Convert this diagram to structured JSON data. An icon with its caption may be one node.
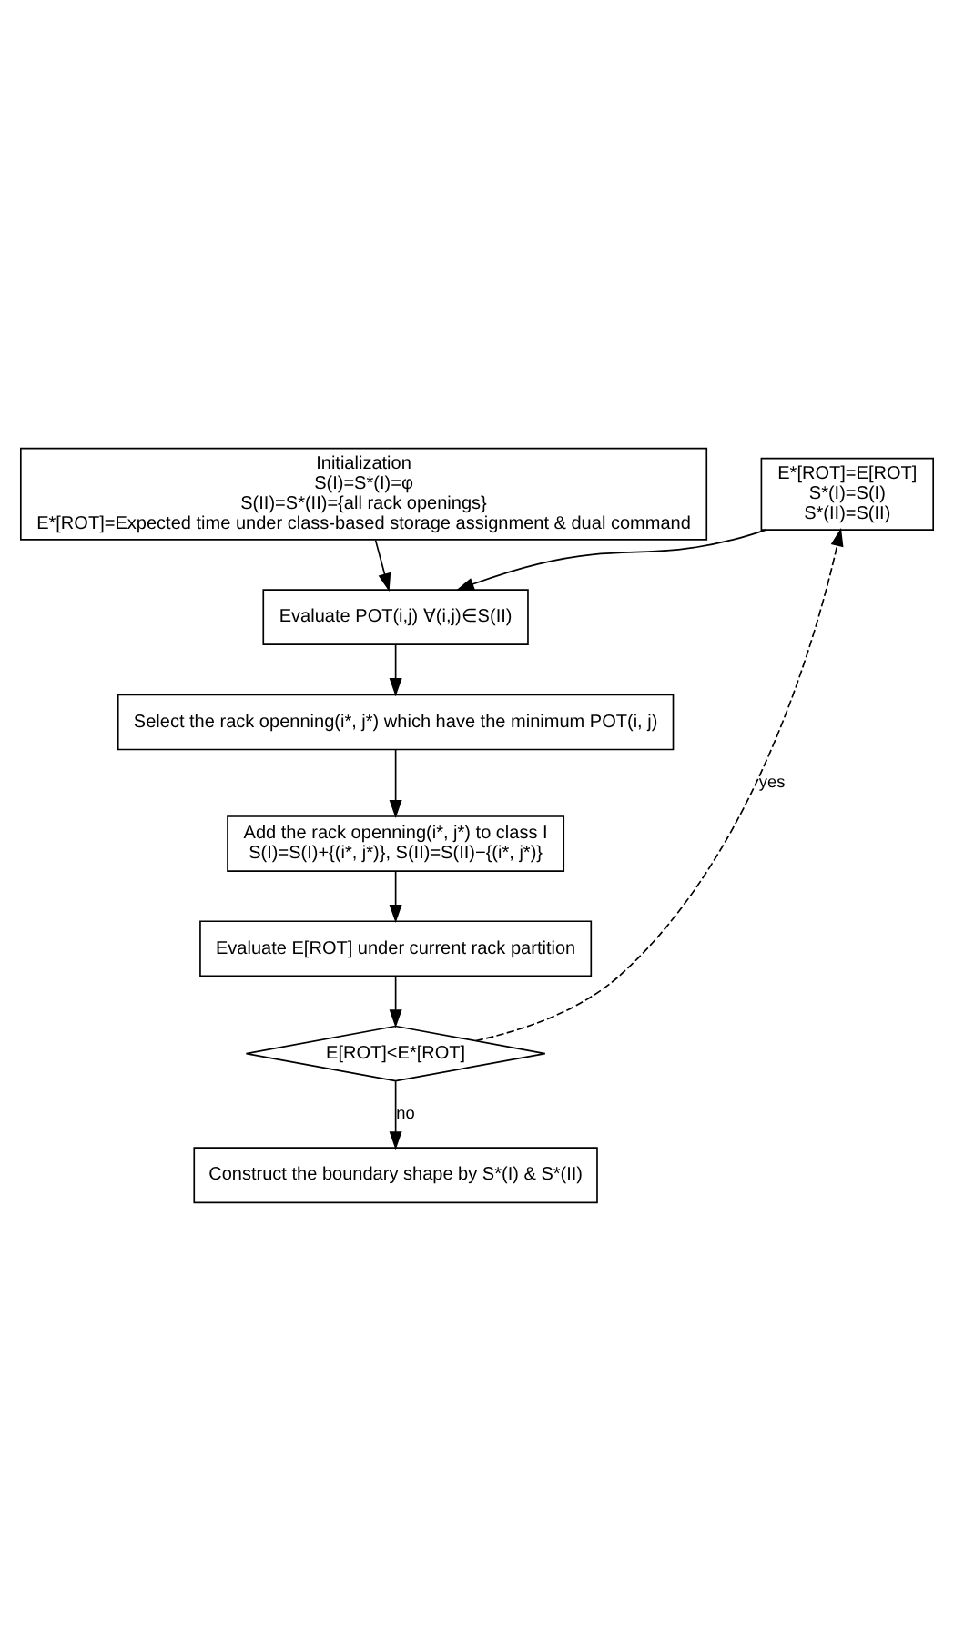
{
  "diagram": {
    "nodes": [
      {
        "text": [
          "Initialization",
          "S(I)=S*(I)=φ",
          "S(II)=S*(II)={all rack openings}",
          "E*[ROT]=Expected time under class-based storage assignment & dual command"
        ]
      },
      {
        "text": [
          "E*[ROT]=E[ROT]",
          "S*(I)=S(I)",
          "S*(II)=S(II)"
        ]
      },
      {
        "text": [
          "Evaluate POT(i,j) ∀(i,j)∈S(II)"
        ]
      },
      {
        "text": [
          "Select the rack openning(i*, j*) which have the minimum POT(i, j)"
        ]
      },
      {
        "text": [
          "Add the rack openning(i*, j*) to class I",
          "S(I)=S(I)+{(i*, j*)}, S(II)=S(II)−{(i*, j*)}"
        ]
      },
      {
        "text": [
          "Evaluate E[ROT] under current rack partition"
        ]
      },
      {
        "text": [
          "E[ROT]<E*[ROT]"
        ]
      },
      {
        "text": [
          "Construct the boundary shape by S*(I) & S*(II)"
        ]
      }
    ],
    "edges": [
      {
        "from": 0,
        "to": 2,
        "arrow": "to"
      },
      {
        "from": 1,
        "to": 2,
        "arrow": "to"
      },
      {
        "from": 2,
        "to": 3,
        "arrow": "to"
      },
      {
        "from": 3,
        "to": 4,
        "arrow": "to"
      },
      {
        "from": 4,
        "to": 5,
        "arrow": "to"
      },
      {
        "from": 5,
        "to": 6,
        "arrow": "to"
      },
      {
        "from": 6,
        "to": 1,
        "arrow": "to",
        "label": "yes",
        "style": "dashed"
      },
      {
        "from": 6,
        "to": 7,
        "arrow": "to",
        "label": "no"
      }
    ]
  }
}
